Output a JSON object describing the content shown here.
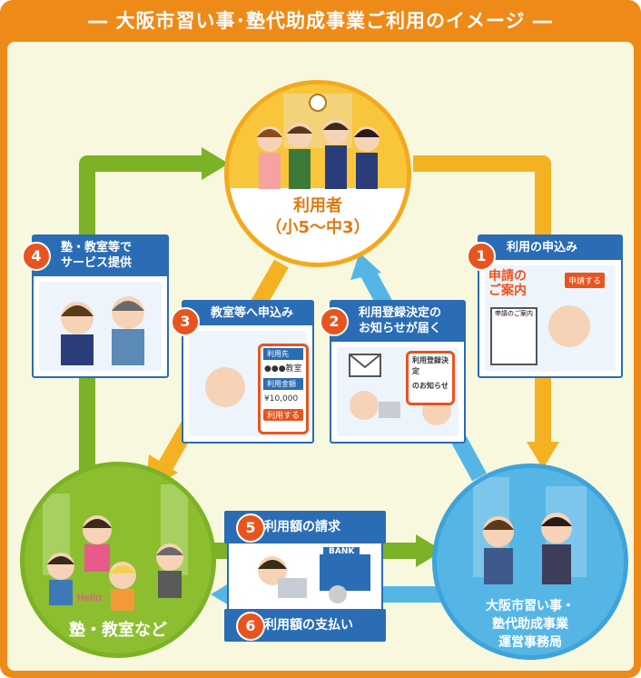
{
  "title": "― 大阪市習い事･塾代助成事業ご利用のイメージ ―",
  "nodes": {
    "users": {
      "line1": "利用者",
      "line2": "（小5～中3）"
    },
    "schools": {
      "label": "塾・教室など"
    },
    "office": {
      "line1": "大阪市習い事・",
      "line2": "塾代助成事業",
      "line3": "運営事務局"
    }
  },
  "steps": [
    {
      "num": "1",
      "label": "利用の申込み"
    },
    {
      "num": "2",
      "label_line1": "利用登録決定の",
      "label_line2": "お知らせが届く"
    },
    {
      "num": "3",
      "label": "教室等へ申込み"
    },
    {
      "num": "4",
      "label_line1": "塾・教室等で",
      "label_line2": "サービス提供"
    },
    {
      "num": "5",
      "label": "利用額の請求"
    },
    {
      "num": "6",
      "label": "利用額の支払い"
    }
  ],
  "illustrations": {
    "step1_sign_line1": "申請の",
    "step1_sign_line2": "ご案内",
    "step1_button": "申請する",
    "step1_doc": "申請のご案内",
    "step2_phone_title1": "利用登録決定",
    "step2_phone_title2": "のお知らせ",
    "step3_field1": "利用先",
    "step3_value1": "●●●教室",
    "step3_field2": "利用金額",
    "step3_value2": "¥10,000",
    "step3_button": "利用する",
    "bank_sign": "BANK",
    "speech": "Hello"
  },
  "colors": {
    "frame": "#ee8a18",
    "green": "#7cb226",
    "yellow": "#f4b223",
    "blue": "#55b6e6",
    "box_header": "#2a6db5",
    "step_number": "#e8541e"
  }
}
